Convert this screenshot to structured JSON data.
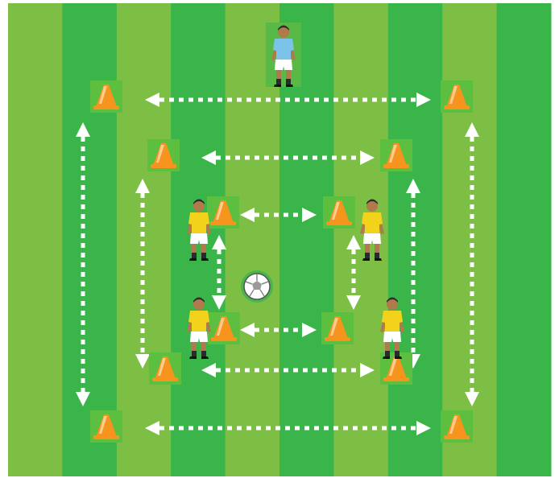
{
  "diagram": {
    "type": "soccer-drill",
    "pitch": {
      "stripe_count": 10,
      "stripe_colors": [
        "#7dbf45",
        "#39b54a"
      ]
    },
    "colors": {
      "cone_orange": "#f7941d",
      "cone_light": "#fde3c4",
      "cone_tile": "#5cbf3f",
      "arrow": "#ffffff",
      "yellow_kit": "#f2d21b",
      "blue_kit": "#7cc3ea",
      "skin": "#b07a4a",
      "ball": "#ffffff"
    },
    "cones": [
      {
        "name": "outer-top-left"
      },
      {
        "name": "outer-top-right"
      },
      {
        "name": "outer-bottom-left"
      },
      {
        "name": "outer-bottom-right"
      },
      {
        "name": "middle-top-left"
      },
      {
        "name": "middle-top-right"
      },
      {
        "name": "middle-bottom-left"
      },
      {
        "name": "middle-bottom-right"
      },
      {
        "name": "inner-top-left"
      },
      {
        "name": "inner-top-right"
      },
      {
        "name": "inner-bottom-left"
      },
      {
        "name": "inner-bottom-right"
      }
    ],
    "players": [
      {
        "name": "coach",
        "kit": "blue"
      },
      {
        "name": "player-inner-top-left",
        "kit": "yellow"
      },
      {
        "name": "player-inner-top-right",
        "kit": "yellow"
      },
      {
        "name": "player-inner-bottom-left",
        "kit": "yellow"
      },
      {
        "name": "player-inner-bottom-right",
        "kit": "yellow"
      }
    ],
    "arrows": [
      {
        "name": "outer-top"
      },
      {
        "name": "outer-bottom"
      },
      {
        "name": "outer-left"
      },
      {
        "name": "outer-right"
      },
      {
        "name": "middle-top"
      },
      {
        "name": "middle-bottom"
      },
      {
        "name": "middle-left"
      },
      {
        "name": "middle-right"
      },
      {
        "name": "inner-top"
      },
      {
        "name": "inner-bottom"
      },
      {
        "name": "inner-left"
      },
      {
        "name": "inner-right"
      }
    ],
    "ball": {
      "name": "soccer-ball"
    }
  }
}
